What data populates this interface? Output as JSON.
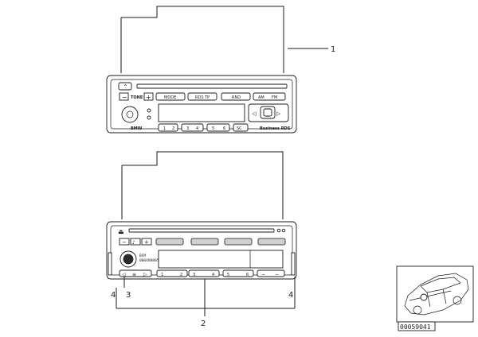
{
  "callouts": {
    "c1": "1",
    "c2": "2",
    "c3": "3",
    "c4_left": "4",
    "c4_right": "4"
  },
  "radio1": {
    "tone_label": "TONE",
    "minus": "−",
    "plus": "+",
    "mode_button": "MODE",
    "rds_tp_button": "RDS TP",
    "rnd_button": "RND",
    "am_button": "AM",
    "fm_button": "FM",
    "brand": "BMW",
    "model": "Business RDS",
    "presets": [
      "1",
      "2",
      "3",
      "4",
      "5",
      "6"
    ],
    "sc_button": "SC",
    "eject_glyph": "⌃"
  },
  "radio2": {
    "serial_line1": "BCM",
    "serial_line2": "000488805",
    "presets": [
      "1",
      "2",
      "3",
      "4",
      "5",
      "6"
    ]
  },
  "thumbnail": {
    "image_code": "00059041"
  }
}
